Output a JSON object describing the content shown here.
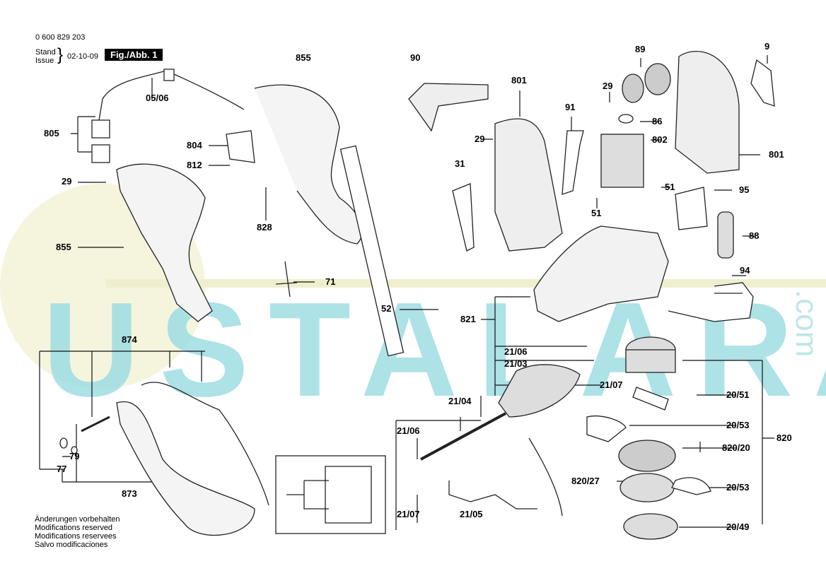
{
  "header": {
    "part_number": "0 600 829 203",
    "stand_label": "Stand",
    "issue_label": "Issue",
    "date": "02-10-09",
    "figure": "Fig./Abb. 1"
  },
  "footer": {
    "lines": [
      "Änderungen vorbehalten",
      "Modifications reserved",
      "Modifications reservees",
      "Salvo modificaciones"
    ]
  },
  "watermark": {
    "text": "USTALARA",
    "suffix": ".com",
    "color": "#9fdde3"
  },
  "labels": [
    "855",
    "90",
    "89",
    "9",
    "05/06",
    "801",
    "29",
    "91",
    "805",
    "86",
    "29",
    "802",
    "804",
    "801",
    "812",
    "31",
    "29",
    "51",
    "95",
    "51",
    "828",
    "88",
    "855",
    "94",
    "71",
    "52",
    "821",
    "874",
    "21/06",
    "21/03",
    "21/07",
    "21/04",
    "20/51",
    "20/53",
    "820",
    "21/06",
    "820/20",
    "79",
    "77",
    "820/27",
    "873",
    "20/53",
    "21/07",
    "21/05",
    "20/49"
  ]
}
